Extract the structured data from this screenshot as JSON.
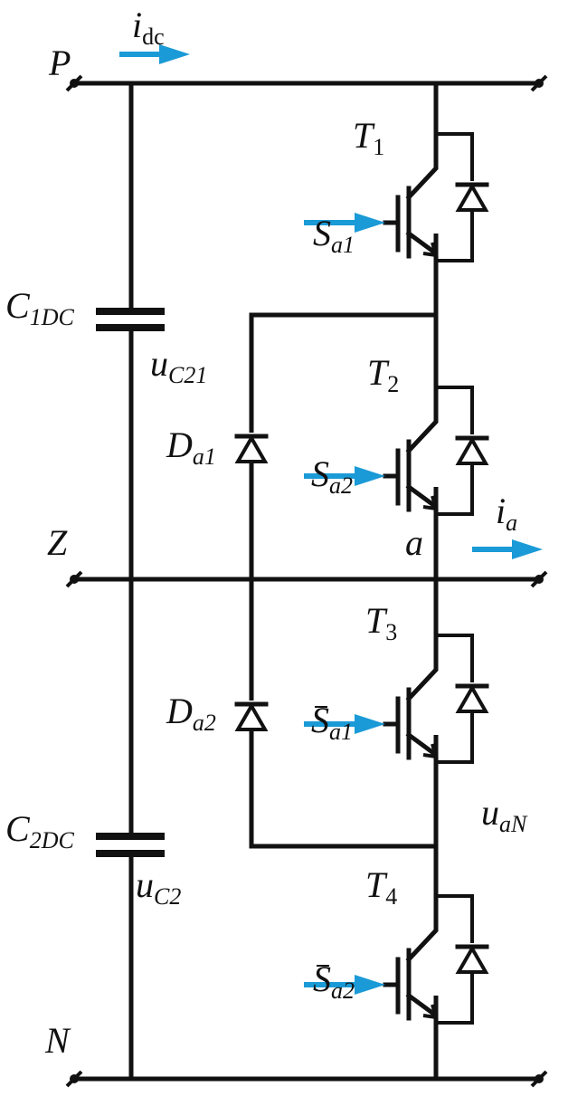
{
  "diagram": {
    "type": "three-level T-type/NPC inverter phase leg",
    "colors": {
      "wire": "#111111",
      "signal_arrow": "#1a9ad6"
    },
    "nodes": {
      "P": {
        "main": "P"
      },
      "Z": {
        "main": "Z"
      },
      "N": {
        "main": "N"
      },
      "a": {
        "main": "a"
      }
    },
    "currents": {
      "idc": {
        "main": "i",
        "sub": "dc"
      },
      "ia": {
        "main": "i",
        "sub": "a"
      }
    },
    "capacitors": [
      {
        "main": "C",
        "sub": "1DC",
        "voltage": {
          "main": "u",
          "sub": "C21"
        }
      },
      {
        "main": "C",
        "sub": "2DC",
        "voltage": {
          "main": "u",
          "sub": "C2"
        }
      }
    ],
    "clamp_diodes": [
      {
        "main": "D",
        "sub": "a1"
      },
      {
        "main": "D",
        "sub": "a2"
      }
    ],
    "switches": [
      {
        "main": "T",
        "sub": "1",
        "gate": {
          "main": "S",
          "sub": "a1",
          "overbar": false
        }
      },
      {
        "main": "T",
        "sub": "2",
        "gate": {
          "main": "S",
          "sub": "a2",
          "overbar": false
        }
      },
      {
        "main": "T",
        "sub": "3",
        "gate": {
          "main": "S",
          "sub": "a1",
          "overbar": true
        }
      },
      {
        "main": "T",
        "sub": "4",
        "gate": {
          "main": "S",
          "sub": "a2",
          "overbar": true
        }
      }
    ],
    "output_voltage": {
      "main": "u",
      "sub": "aN"
    }
  }
}
